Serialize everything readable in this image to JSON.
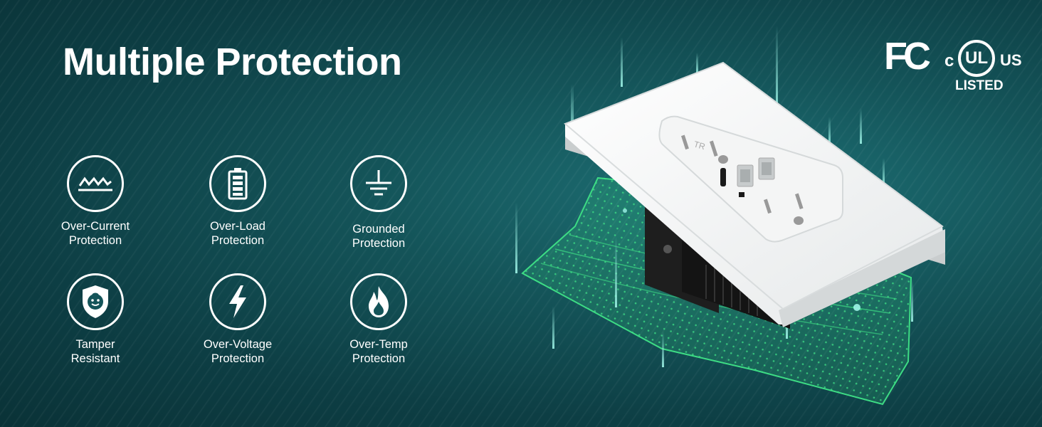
{
  "title": "Multiple Protection",
  "features": [
    {
      "label": "Over-Current\nProtection",
      "icon": "wave-icon"
    },
    {
      "label": "Over-Load\nProtection",
      "icon": "battery-icon"
    },
    {
      "label": "Grounded\nProtection",
      "icon": "ground-icon"
    },
    {
      "label": "Tamper\nResistant",
      "icon": "child-shield-icon"
    },
    {
      "label": "Over-Voltage\nProtection",
      "icon": "lightning-icon"
    },
    {
      "label": "Over-Temp\nProtection",
      "icon": "flame-icon"
    }
  ],
  "certifications": {
    "fc": "FC",
    "ul_c": "c",
    "ul_mark": "UL",
    "ul_us": "US",
    "ul_listed": "LISTED"
  },
  "colors": {
    "background": "#145459",
    "accent_green": "#3ddc84",
    "text": "#ffffff"
  }
}
